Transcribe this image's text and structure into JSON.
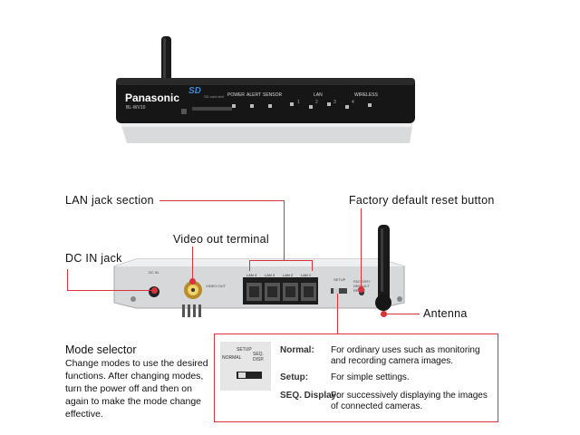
{
  "router_front": {
    "brand": "Panasonic",
    "model": "BL-WV10",
    "sd_logo": "SD",
    "sd_text": "SD card slot",
    "indicators": [
      "POWER",
      "ALERT",
      "SENSOR"
    ],
    "lan_label": "LAN",
    "lan_numbers": [
      "1",
      "2",
      "3",
      "4"
    ],
    "wireless_label": "WIRELESS"
  },
  "callouts": {
    "lan_jack": "LAN jack section",
    "factory_reset": "Factory default reset button",
    "video_out": "Video out terminal",
    "dc_in": "DC IN jack",
    "antenna": "Antenna"
  },
  "router_back": {
    "dc_label": "DC IN",
    "video_label": "VIDEO OUT",
    "ports": [
      "LAN 4",
      "LAN 3",
      "LAN 2",
      "LAN 1"
    ],
    "setup_label": "SETUP",
    "reset_label": "FACTORY DEFAULT RESET"
  },
  "mode_selector": {
    "title": "Mode selector",
    "description": "Change modes to use the desired functions. After changing modes, turn the power off and then on again to make the mode change effective."
  },
  "mode_box": {
    "switch_labels": {
      "normal": "NORMAL",
      "setup": "SETUP",
      "seq": "SEQ. DISP."
    },
    "rows": [
      {
        "term": "Normal:",
        "desc": "For ordinary uses such as monitoring and recording camera images."
      },
      {
        "term": "Setup:",
        "desc": "For simple settings."
      },
      {
        "term": "SEQ. Display:",
        "desc": "For successively displaying the images of connected cameras."
      }
    ]
  },
  "colors": {
    "accent": "#d8323a",
    "router_dark": "#161616",
    "router_light": "#e8e9ea"
  }
}
